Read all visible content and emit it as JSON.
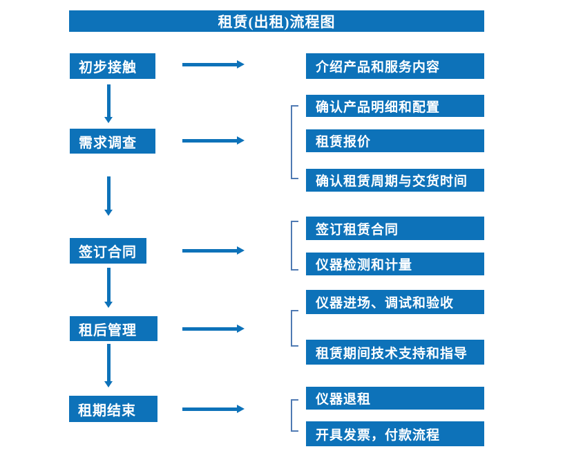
{
  "title": "租赁(出租)流程图",
  "colors": {
    "primary_blue": "#0d72b9",
    "bracket_blue": "#4f7ab3",
    "text_white": "#ffffff",
    "background": "#ffffff"
  },
  "flow": {
    "steps": [
      {
        "label": "初步接触",
        "details": [
          "介绍产品和服务内容"
        ]
      },
      {
        "label": "需求调查",
        "details": [
          "确认产品明细和配置",
          "租赁报价",
          "确认租赁周期与交货时间"
        ]
      },
      {
        "label": "签订合同",
        "details": [
          "签订租赁合同",
          "仪器检测和计量"
        ]
      },
      {
        "label": "租后管理",
        "details": [
          "仪器进场、调试和验收",
          "租赁期间技术支持和指导"
        ]
      },
      {
        "label": "租期结束",
        "details": [
          "仪器退租",
          "开具发票，付款流程"
        ]
      }
    ]
  }
}
